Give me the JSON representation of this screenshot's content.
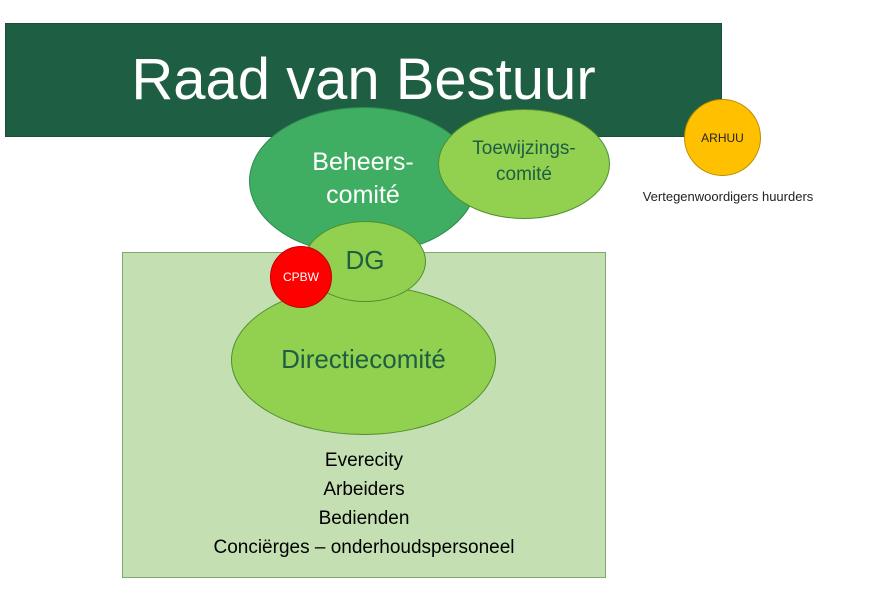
{
  "board": {
    "title": "Raad van Bestuur"
  },
  "committees": {
    "beheer": {
      "line1": "Beheers-",
      "line2": "comité"
    },
    "toewijzing": {
      "line1": "Toewijzings-",
      "line2": "comité"
    },
    "dg": "DG",
    "cpbw": "CPBW",
    "directie": "Directiecomité"
  },
  "tenants": {
    "badge": "ARHUU",
    "caption": "Vertegenwoordigers huurders"
  },
  "staff": [
    "Everecity",
    "Arbeiders",
    "Bedienden",
    "Conciërges – onderhoudspersoneel"
  ],
  "colors": {
    "board": "#1e5e42",
    "beheer": "#3fae63",
    "light_green": "#92d050",
    "staff_box": "#c4e0b3",
    "cpbw": "#ff0000",
    "arhuu": "#ffc000"
  }
}
